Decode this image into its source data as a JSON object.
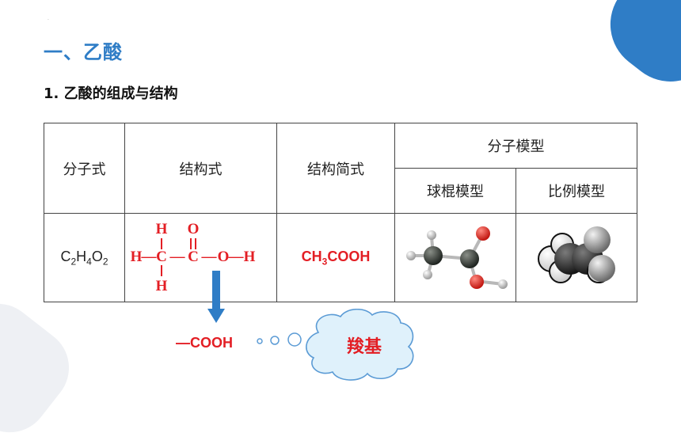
{
  "header": {
    "dot": ".",
    "section_title": "一、乙酸",
    "sub_title": "1. 乙酸的组成与结构"
  },
  "table": {
    "col_molecular_formula": "分子式",
    "col_structural_formula": "结构式",
    "col_condensed_formula": "结构简式",
    "col_molecular_model": "分子模型",
    "col_ball_stick": "球棍模型",
    "col_space_filling": "比例模型",
    "formula_C": "C",
    "formula_C_sub": "2",
    "formula_H": "H",
    "formula_H_sub": "4",
    "formula_O": "O",
    "formula_O_sub": "2",
    "condensed_pre": "CH",
    "condensed_sub": "3",
    "condensed_post": "COOH"
  },
  "structure": {
    "H_top": "H",
    "O_top": "O",
    "H_left": "H",
    "C1": "C",
    "C2": "C",
    "O_right": "O",
    "H_right": "H",
    "H_bottom": "H",
    "dash1": "—",
    "dash2": "—",
    "dash3": "—",
    "dash4": "—"
  },
  "annotation": {
    "group_formula": "—COOH",
    "group_name": "羧基"
  },
  "colors": {
    "accent_blue": "#2f7dc6",
    "red": "#e31e24",
    "cloud_fill": "#dff1fb",
    "cloud_stroke": "#5b9bd5"
  }
}
